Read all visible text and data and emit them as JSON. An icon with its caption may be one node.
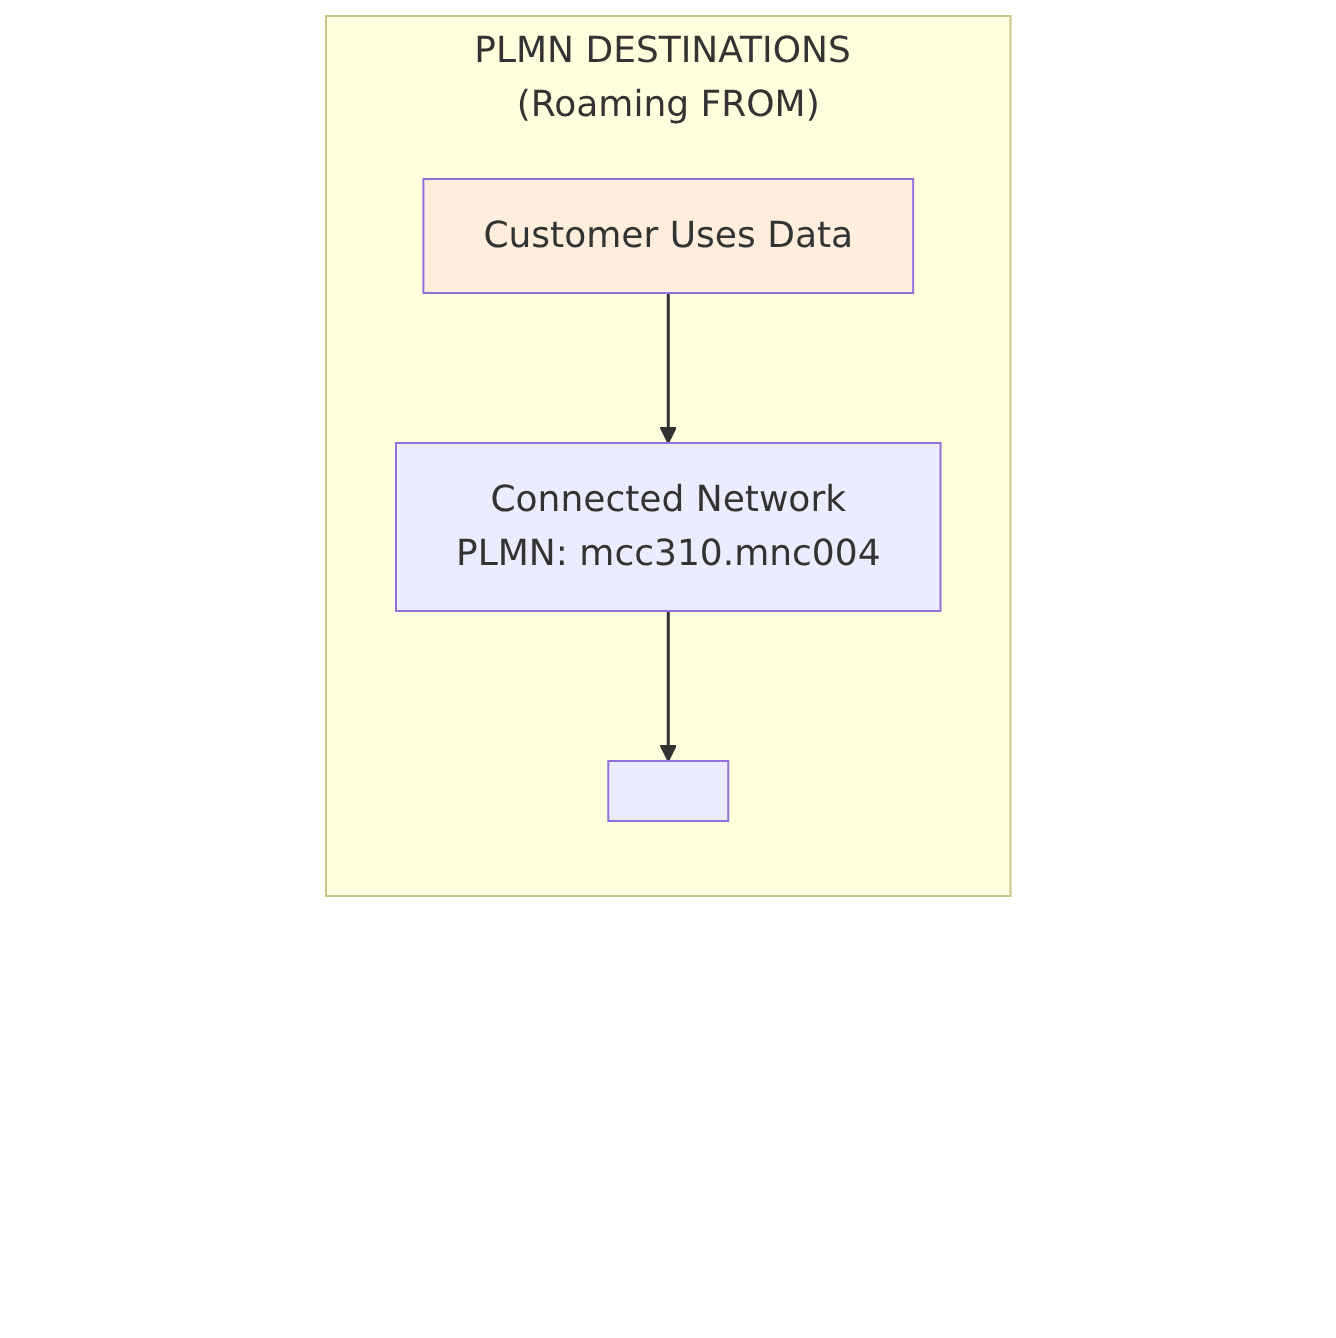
{
  "diagram": {
    "nodes": [
      {
        "text": [
          "PLMN DESTINATIONS (Roaming FROM)"
        ]
      },
      {
        "text": [
          "Customer Uses Data"
        ],
        "in": 0
      },
      {
        "text": [
          "Connected Network",
          "PLMN: mcc310.mnc004"
        ],
        "in": 0
      },
      {
        "text": [],
        "shape": "box",
        "in": 0
      }
    ],
    "edges": [
      {
        "from": 1,
        "to": 2,
        "arrow": "to"
      },
      {
        "from": 2,
        "to": 3,
        "arrow": "to"
      }
    ]
  }
}
